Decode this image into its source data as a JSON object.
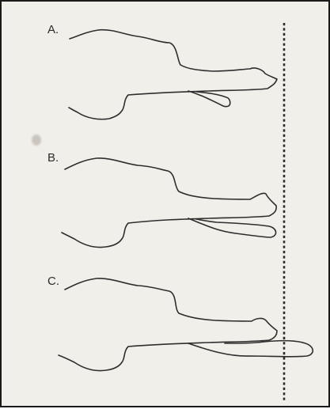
{
  "figure": {
    "panels": [
      {
        "label": "A."
      },
      {
        "label": "B."
      },
      {
        "label": "C."
      }
    ]
  }
}
